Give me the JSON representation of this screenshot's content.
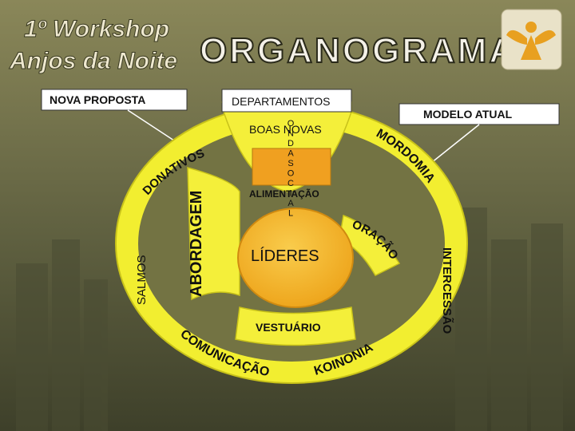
{
  "header": {
    "logo_line1": "1º Workshop",
    "logo_line2": "Anjos da Noite",
    "title": "ORGANOGRAMA"
  },
  "labels": {
    "nova_proposta": "NOVA PROPOSTA",
    "modelo_atual": "MODELO   ATUAL",
    "departamentos": "DEPARTAMENTOS",
    "boas_novas": "BOAS NOVAS",
    "ondas_social": "ONDASOCIAL",
    "alimentacao": "ALIMENTAÇÃO",
    "lideres": "LÍDERES",
    "vestuario": "VESTUÁRIO",
    "oracao": "ORAÇÃO",
    "abordagem": "ABORDAGEM",
    "doativos": "DONATIVOS",
    "salmos": "SALMOS",
    "intercessao": "INTERCESSÃO",
    "comunicacao": "COMUNICAÇÃO",
    "koinonia": "KOINONIA",
    "mordomia": "MORDOMIA"
  },
  "colors": {
    "ring_yellow": "#f2ee30",
    "wedge_yellow": "#f4ef3a",
    "center_orange": "#f5b52a",
    "title_white": "#f4f1e8",
    "dark_bg": "#5d5d3a",
    "text_dark": "#1a1a1a"
  }
}
